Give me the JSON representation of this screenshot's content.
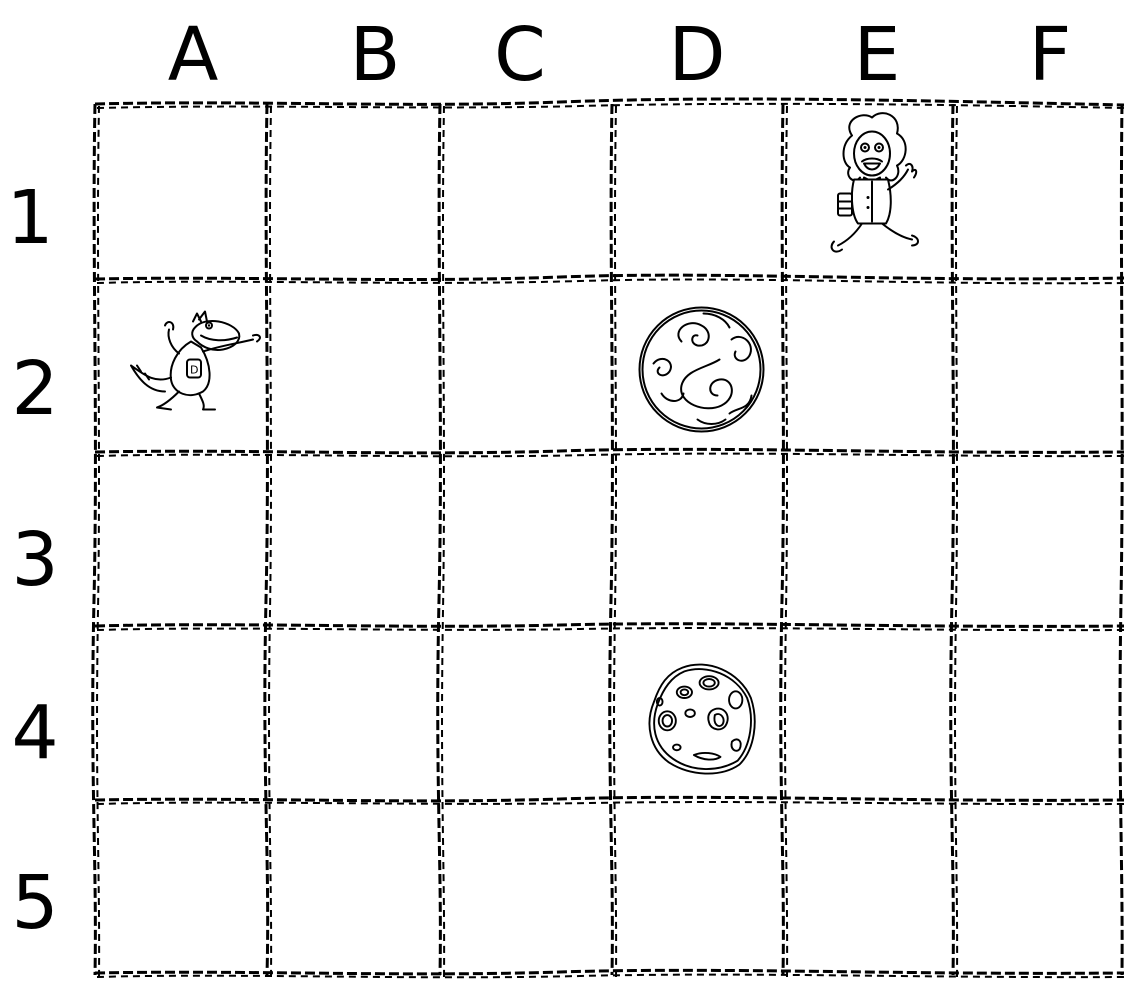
{
  "board": {
    "columns": [
      "A",
      "B",
      "C",
      "D",
      "E",
      "F"
    ],
    "rows": [
      "1",
      "2",
      "3",
      "4",
      "5"
    ]
  },
  "pieces": [
    {
      "name": "professor-icon",
      "icon": "professor",
      "cell": "E1"
    },
    {
      "name": "dinosaur-icon",
      "icon": "dinosaur",
      "cell": "A2"
    },
    {
      "name": "swirl-planet-icon",
      "icon": "swirl-planet",
      "cell": "D2"
    },
    {
      "name": "asteroid-icon",
      "icon": "asteroid",
      "cell": "D4"
    }
  ]
}
